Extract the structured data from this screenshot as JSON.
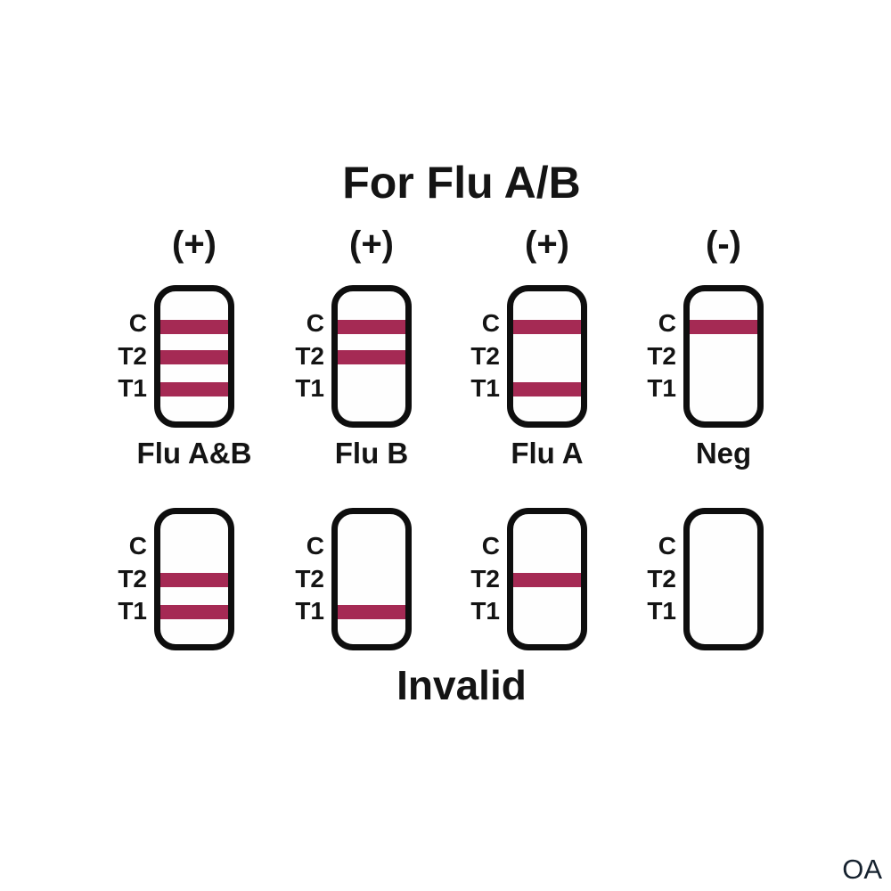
{
  "title": "For Flu A/B",
  "colors": {
    "band": "#A52A54",
    "outline": "#0E0E0E",
    "text": "#141414",
    "watermark": "#16222F"
  },
  "line_labels": [
    "C",
    "T2",
    "T1"
  ],
  "cassettes": [
    {
      "sign": "(+)",
      "result_label": "Flu A&B",
      "bands": [
        "C",
        "T2",
        "T1"
      ]
    },
    {
      "sign": "(+)",
      "result_label": "Flu B",
      "bands": [
        "C",
        "T2"
      ]
    },
    {
      "sign": "(+)",
      "result_label": "Flu A",
      "bands": [
        "C",
        "T1"
      ]
    },
    {
      "sign": "(-)",
      "result_label": "Neg",
      "bands": [
        "C"
      ]
    },
    {
      "bands": [
        "T2",
        "T1"
      ]
    },
    {
      "bands": [
        "T1"
      ]
    },
    {
      "bands": [
        "T2"
      ]
    },
    {
      "bands": []
    }
  ],
  "invalid_label": "Invalid",
  "watermark": "OA"
}
